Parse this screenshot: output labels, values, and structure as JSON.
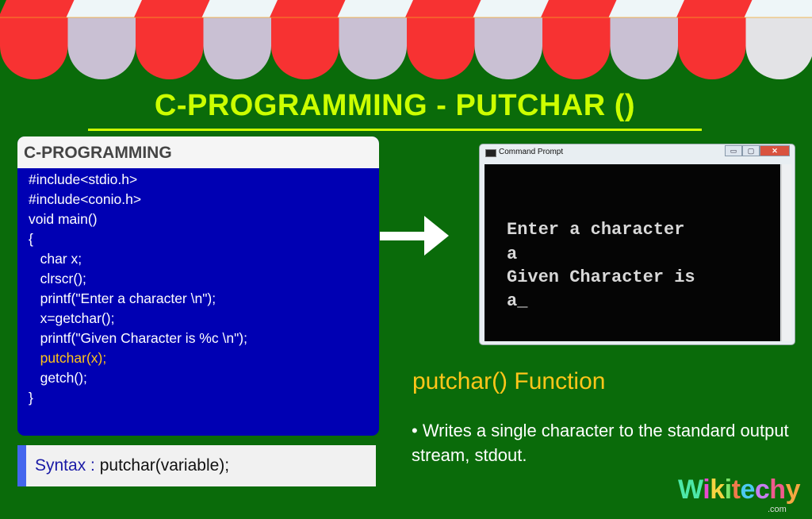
{
  "page": {
    "title": "C-PROGRAMMING - PUTCHAR ()",
    "colors": {
      "background": "#0a6b0a",
      "title": "#ccff00",
      "awning_red": "#f73232",
      "awning_light": "#c9c0d3",
      "code_bg": "#0000b3",
      "highlight": "#ffc61a"
    }
  },
  "code_card": {
    "header": "C-PROGRAMMING",
    "lines": [
      {
        "text": "#include<stdio.h>",
        "highlight": false
      },
      {
        "text": "#include<conio.h>",
        "highlight": false
      },
      {
        "text": "void main()",
        "highlight": false
      },
      {
        "text": "{",
        "highlight": false
      },
      {
        "text": "   char x;",
        "highlight": false
      },
      {
        "text": "   clrscr();",
        "highlight": false
      },
      {
        "text": "   printf(\"Enter a character \\n\");",
        "highlight": false
      },
      {
        "text": "   x=getchar();",
        "highlight": false
      },
      {
        "text": "   printf(\"Given Character is %c \\n\");",
        "highlight": false
      },
      {
        "text": "   putchar(x);",
        "highlight": true
      },
      {
        "text": "   getch();",
        "highlight": false
      },
      {
        "text": "}",
        "highlight": false
      }
    ]
  },
  "syntax": {
    "label": "Syntax :",
    "value": " putchar(variable);"
  },
  "command_prompt": {
    "title": "Command Prompt",
    "buttons": {
      "minimize": "▭",
      "maximize": "▢",
      "close": "✕"
    },
    "output": [
      "Enter a character",
      "a",
      "Given Character is",
      "a_"
    ]
  },
  "function_info": {
    "heading": "putchar() Function",
    "description": "•  Writes a single character to the standard output stream, stdout."
  },
  "logo": {
    "text": "Wikitechy",
    "domain": ".com"
  }
}
